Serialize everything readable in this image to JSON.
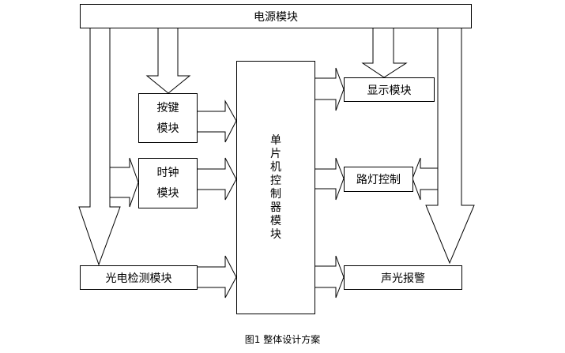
{
  "diagram": {
    "modules": {
      "power": "电源模块",
      "keys_line1": "按键",
      "keys_line2": "模块",
      "clock_line1": "时钟",
      "clock_line2": "模块",
      "photo": "光电检测模块",
      "mcu": [
        "单",
        "片",
        "机",
        "控",
        "制",
        "器",
        "模",
        "块"
      ],
      "display": "显示模块",
      "streetlight": "路灯控制",
      "alarm": "声光报警"
    },
    "connections": [
      {
        "from": "电源模块",
        "to": "光电检测模块"
      },
      {
        "from": "电源模块",
        "to": "按键模块"
      },
      {
        "from": "电源模块",
        "to": "显示模块"
      },
      {
        "from": "电源模块",
        "to": "声光报警"
      },
      {
        "from": "电源模块",
        "to": "时钟模块"
      },
      {
        "from": "电源模块",
        "to": "路灯控制"
      },
      {
        "from": "按键模块",
        "to": "单片机控制器模块"
      },
      {
        "from": "时钟模块",
        "to": "单片机控制器模块"
      },
      {
        "from": "光电检测模块",
        "to": "单片机控制器模块"
      },
      {
        "from": "单片机控制器模块",
        "to": "显示模块"
      },
      {
        "from": "单片机控制器模块",
        "to": "路灯控制"
      },
      {
        "from": "单片机控制器模块",
        "to": "声光报警"
      }
    ]
  },
  "caption": "图1  整体设计方案"
}
